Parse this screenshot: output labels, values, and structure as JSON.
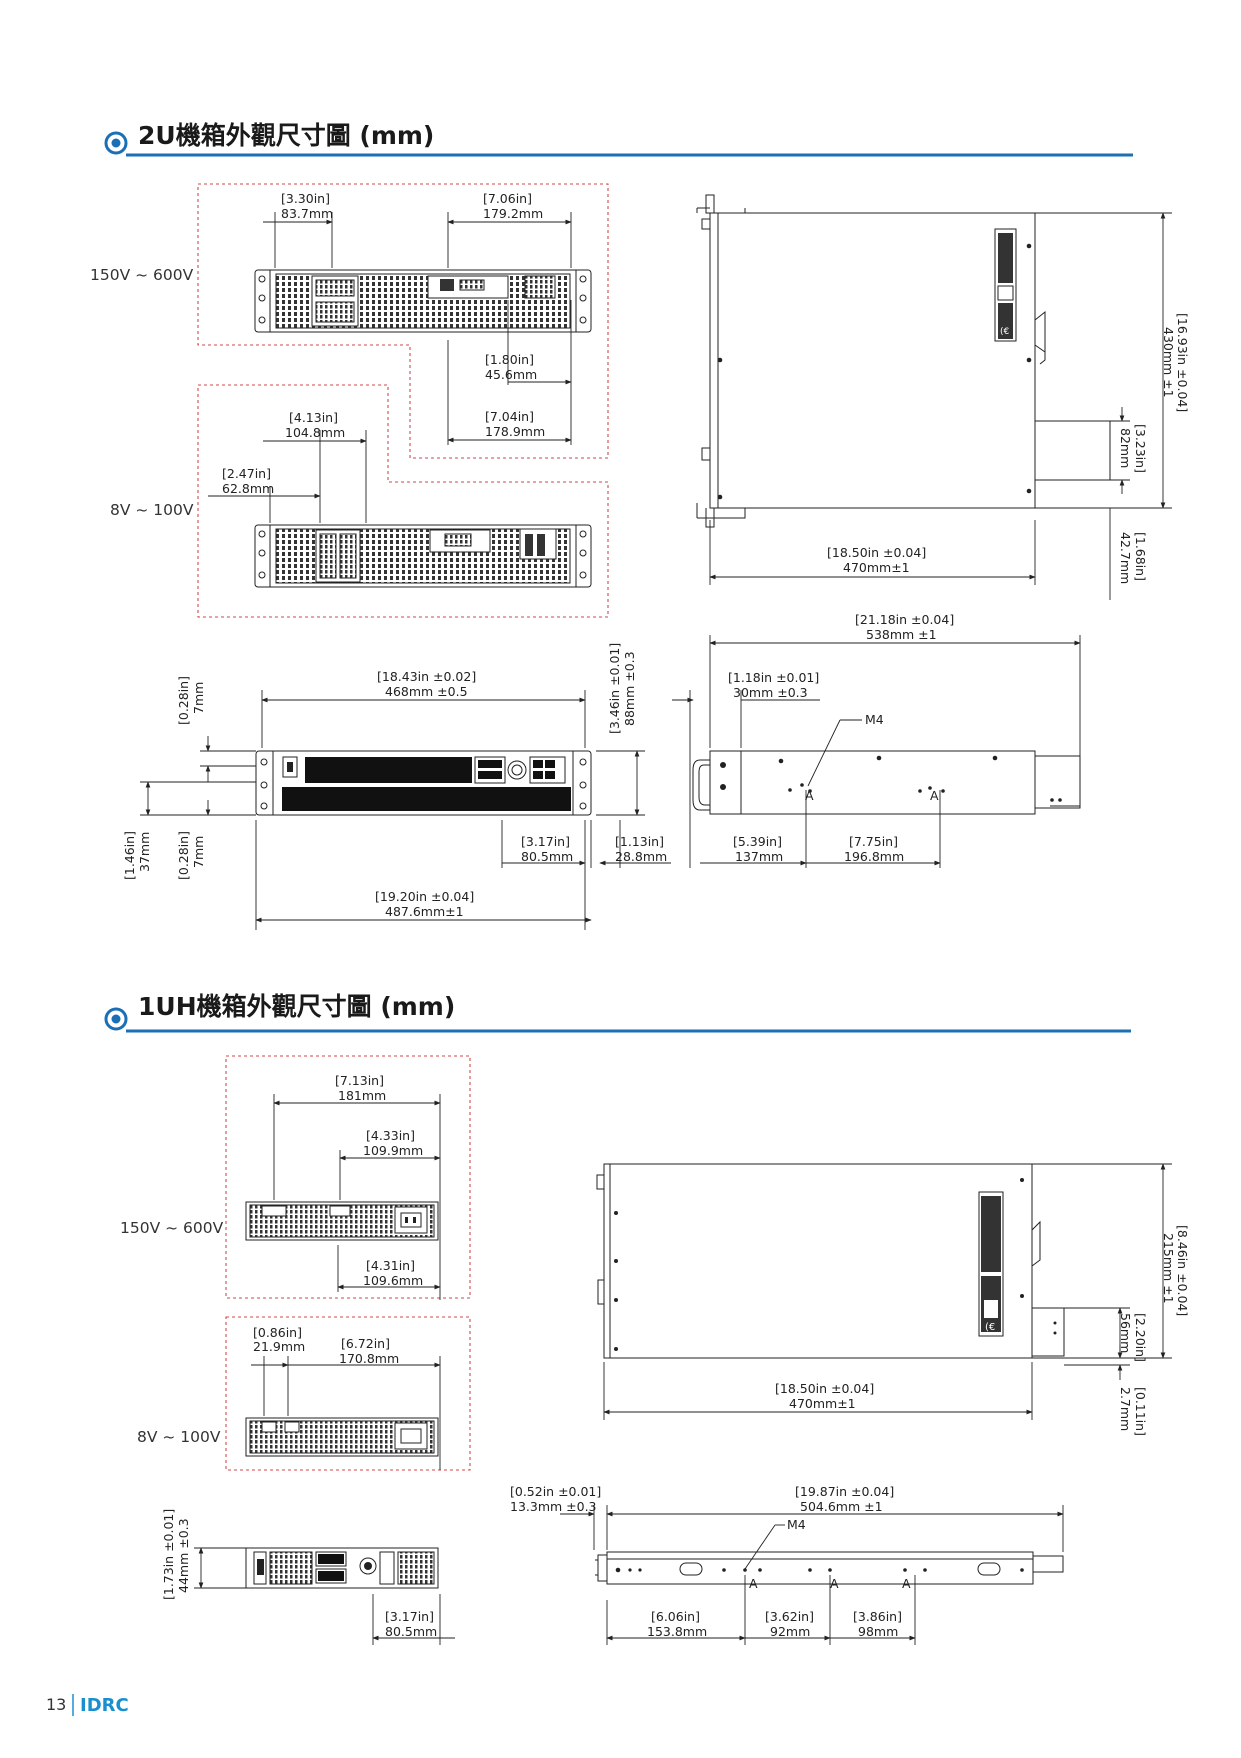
{
  "sections": {
    "s2u": {
      "title": "2U機箱外觀尺寸圖 (mm)"
    },
    "s1uh": {
      "title": "1UH機箱外觀尺寸圖 (mm)"
    }
  },
  "labels": {
    "v150_600": "150V ~ 600V",
    "v8_100": "8V ~ 100V",
    "m4": "M4",
    "a": "A"
  },
  "dims2u": {
    "d1a": "[3.30in]",
    "d1b": "83.7mm",
    "d2a": "[7.06in]",
    "d2b": "179.2mm",
    "d3a": "[1.80in]",
    "d3b": "45.6mm",
    "d4a": "[7.04in]",
    "d4b": "178.9mm",
    "d5a": "[4.13in]",
    "d5b": "104.8mm",
    "d6a": "[2.47in]",
    "d6b": "62.8mm",
    "d7a": "[16.93in ±0.04]",
    "d7b": "430mm ±1",
    "d8a": "[3.23in]",
    "d8b": "82mm",
    "d9a": "[18.50in ±0.04]",
    "d9b": "470mm±1",
    "d10a": "[1.68in]",
    "d10b": "42.7mm",
    "d11a": "[21.18in ±0.04]",
    "d11b": "538mm ±1",
    "d12a": "[18.43in ±0.02]",
    "d12b": "468mm ±0.5",
    "d13a": "[3.46in ±0.01]",
    "d13b": "88mm ±0.3",
    "d14a": "[1.18in ±0.01]",
    "d14b": "30mm ±0.3",
    "d15a": "[0.28in]",
    "d15b": "7mm",
    "d16a": "[1.46in]",
    "d16b": "37mm",
    "d17a": "[0.28in]",
    "d17b": "7mm",
    "d18a": "[3.17in]",
    "d18b": "80.5mm",
    "d19a": "[1.13in]",
    "d19b": "28.8mm",
    "d20a": "[5.39in]",
    "d20b": "137mm",
    "d21a": "[7.75in]",
    "d21b": "196.8mm",
    "d22a": "[19.20in ±0.04]",
    "d22b": "487.6mm±1"
  },
  "dims1uh": {
    "e1a": "[7.13in]",
    "e1b": "181mm",
    "e2a": "[4.33in]",
    "e2b": "109.9mm",
    "e3a": "[4.31in]",
    "e3b": "109.6mm",
    "e4a": "[0.86in]",
    "e4b": "21.9mm",
    "e5a": "[6.72in]",
    "e5b": "170.8mm",
    "e6a": "[8.46in ±0.04]",
    "e6b": "215mm ±1",
    "e7a": "[2.20in]",
    "e7b": "56mm",
    "e8a": "[18.50in ±0.04]",
    "e8b": "470mm±1",
    "e9a": "[0.11in]",
    "e9b": "2.7mm",
    "e10a": "[0.52in ±0.01]",
    "e10b": "13.3mm ±0.3",
    "e11a": "[19.87in ±0.04]",
    "e11b": "504.6mm ±1",
    "e12a": "[1.73in ±0.01]",
    "e12b": "44mm ±0.3",
    "e13a": "[3.17in]",
    "e13b": "80.5mm",
    "e14a": "[6.06in]",
    "e14b": "153.8mm",
    "e15a": "[3.62in]",
    "e15b": "92mm",
    "e16a": "[3.86in]",
    "e16b": "98mm"
  },
  "footer": {
    "page": "13",
    "brand": "IDRC"
  },
  "colors": {
    "accent": "#1b6fb5",
    "frame": "#d24a4a",
    "brand": "#1a8fd0"
  }
}
